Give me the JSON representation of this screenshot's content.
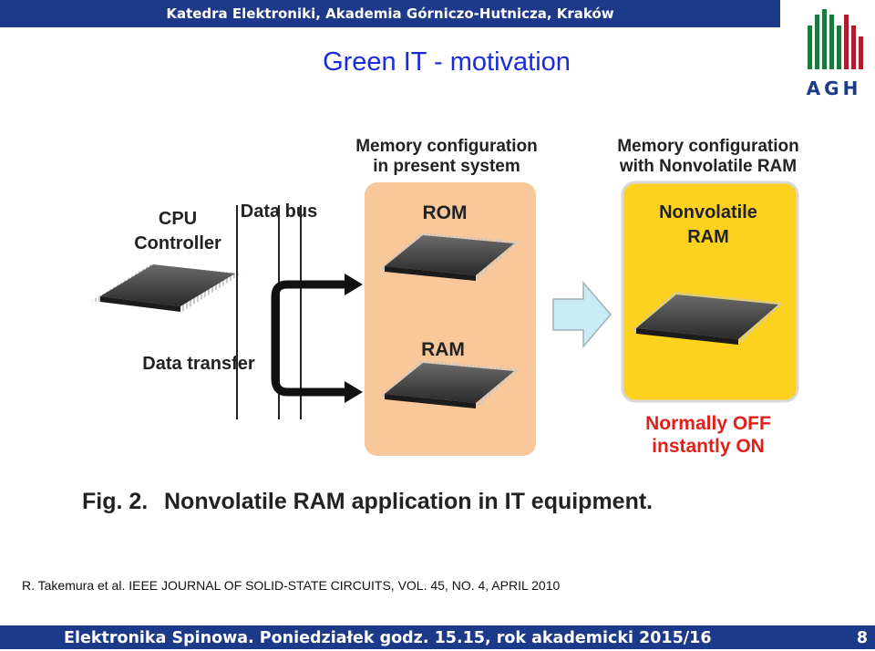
{
  "header": {
    "institution": "Katedra Elektroniki, Akademia Górniczo-Hutnicza, Kraków",
    "logo_text": "AGH"
  },
  "slide": {
    "title": "Green IT - motivation"
  },
  "figure": {
    "cpu_label_line1": "CPU",
    "cpu_label_line2": "Controller",
    "data_bus_label": "Data bus",
    "data_transfer_label": "Data transfer",
    "present_title_line1": "Memory configuration",
    "present_title_line2": "in present system",
    "nv_title_line1": "Memory configuration",
    "nv_title_line2": "with Nonvolatile RAM",
    "rom_label": "ROM",
    "ram_label": "RAM",
    "nvram_label_line1": "Nonvolatile",
    "nvram_label_line2": "RAM",
    "normally_off_line1": "Normally OFF",
    "normally_off_line2": "instantly ON",
    "caption_prefix": "Fig. 2.",
    "caption_text": "Nonvolatile RAM application in IT equipment."
  },
  "citation": "R. Takemura et al. IEEE JOURNAL OF SOLID-STATE CIRCUITS, VOL. 45, NO. 4, APRIL 2010",
  "footer": {
    "course": "Elektronika Spinowa. Poniedziałek godz. 15.15, rok akademicki 2015/16",
    "page_number": "8"
  },
  "colors": {
    "header_bar": "#1d3a8a",
    "title": "#1a2bd9",
    "present_box": "#f9c89a",
    "nv_box": "#fcd21e",
    "normally_off": "#e0201a",
    "logo_green": "#1b7a3a",
    "logo_red": "#b01c2e"
  }
}
